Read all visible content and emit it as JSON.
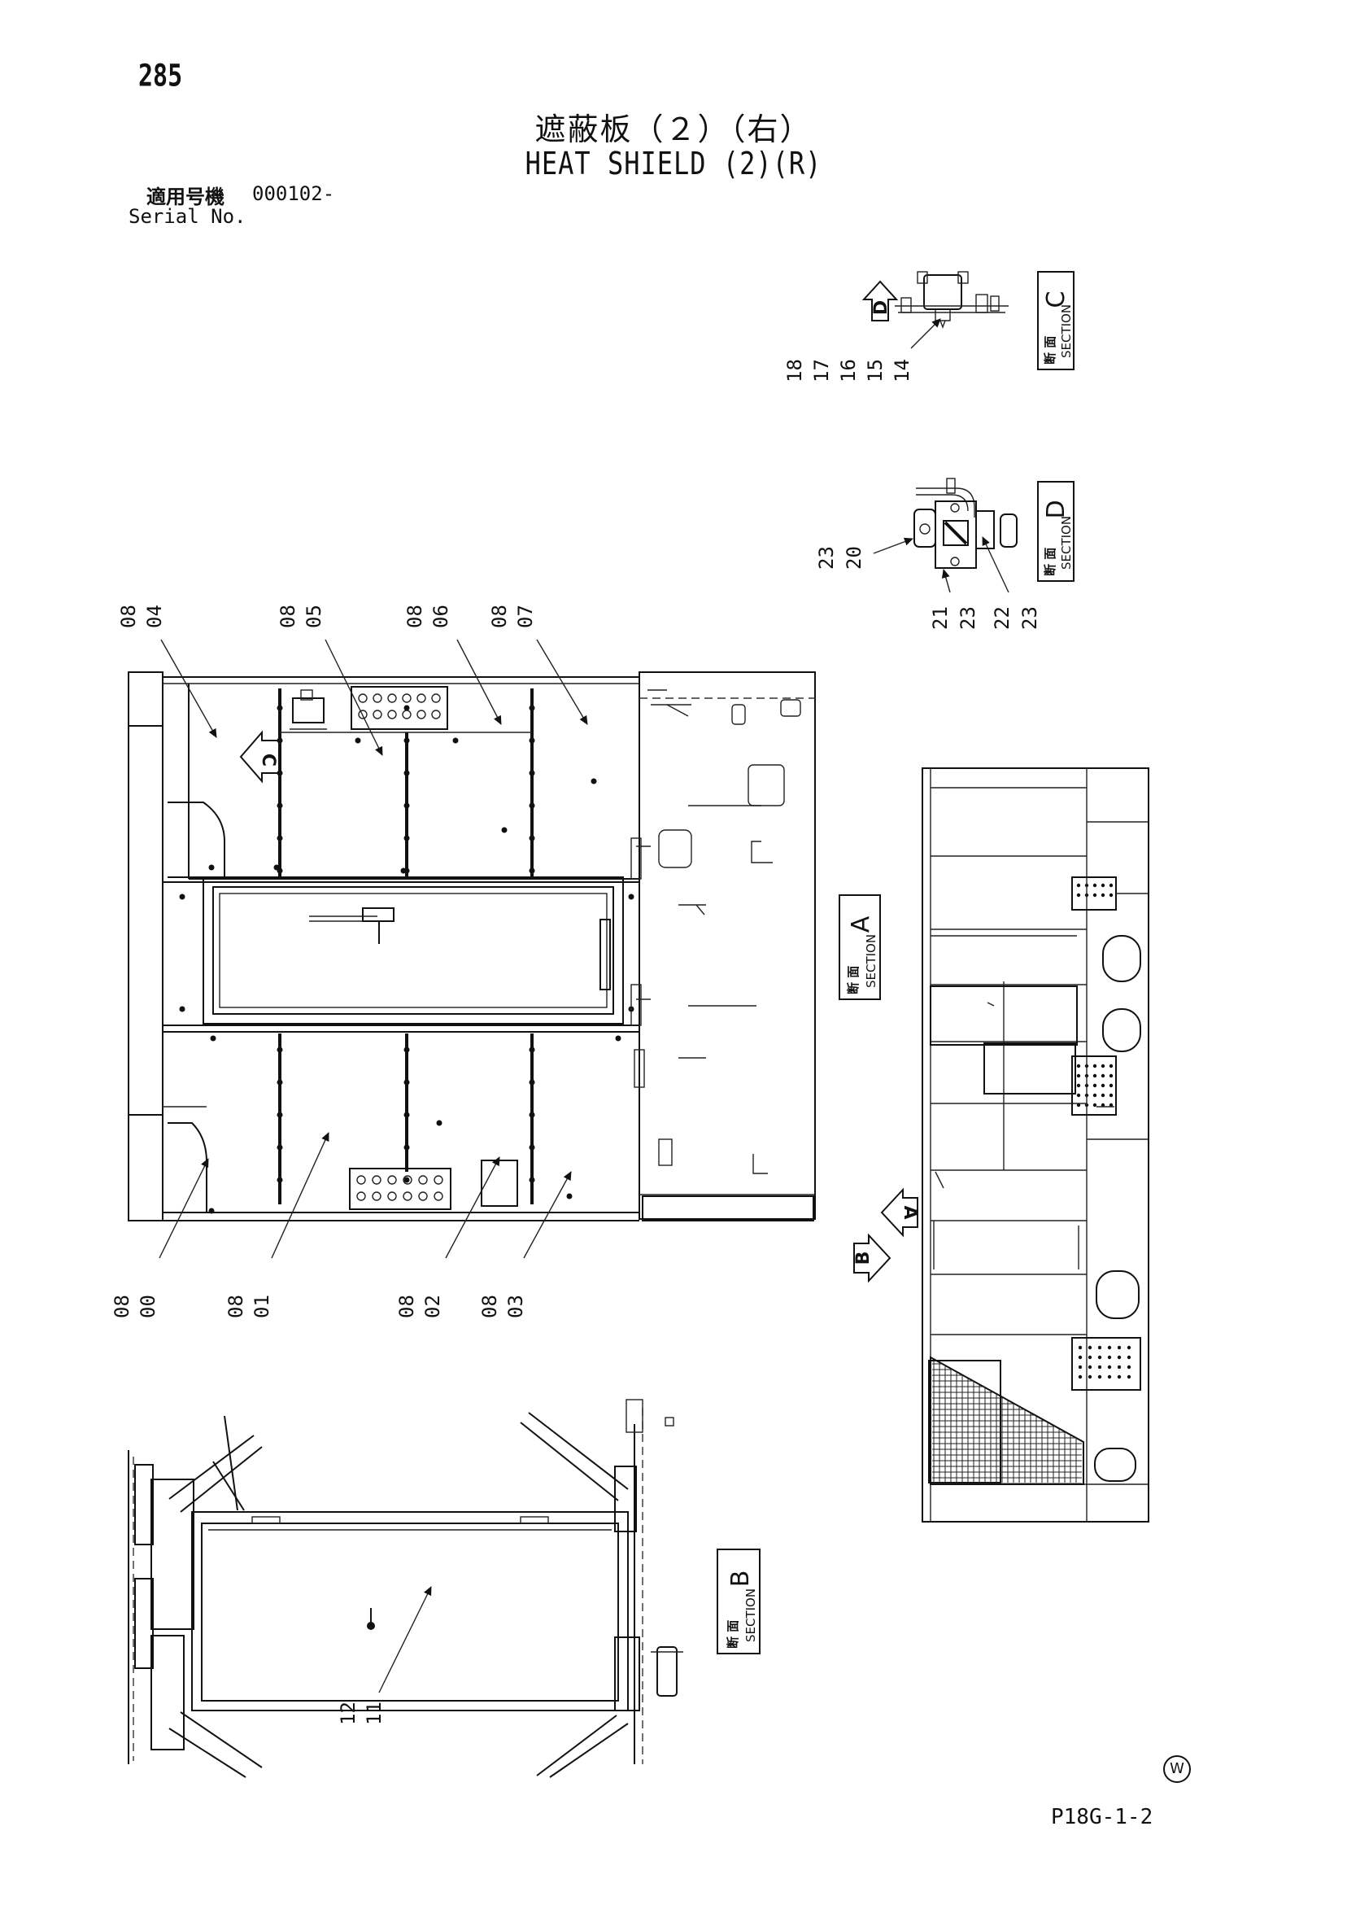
{
  "header": {
    "page_number": "285",
    "title_jp": "遮蔽板（２）（右）",
    "title_en": "HEAT SHIELD (2)(R)",
    "serial_label_jp": "適用号機",
    "serial_value": "000102-",
    "serial_label_en": "Serial No."
  },
  "footer": {
    "mark": "W",
    "page_code": "P18G-1-2"
  },
  "sections": [
    {
      "id": "C",
      "letter": "C",
      "word": "SECTION",
      "jp": "断 面"
    },
    {
      "id": "D",
      "letter": "D",
      "word": "SECTION",
      "jp": "断 面"
    },
    {
      "id": "A",
      "letter": "A",
      "word": "SECTION",
      "jp": "断 面"
    },
    {
      "id": "B",
      "letter": "B",
      "word": "SECTION",
      "jp": "断 面"
    }
  ],
  "view_flags": [
    {
      "id": "flag-d",
      "letter": "D"
    },
    {
      "id": "flag-c",
      "letter": "C"
    },
    {
      "id": "flag-a",
      "letter": "A"
    },
    {
      "id": "flag-b",
      "letter": "B"
    }
  ],
  "callouts": {
    "section_c": [
      "18",
      "17",
      "16",
      "15",
      "14"
    ],
    "section_d_left": [
      "23",
      "20"
    ],
    "section_d_bottom_a": [
      "21",
      "23"
    ],
    "section_d_bottom_b": [
      "22",
      "23"
    ],
    "top_row": [
      [
        "08",
        "04"
      ],
      [
        "08",
        "05"
      ],
      [
        "08",
        "06"
      ],
      [
        "08",
        "07"
      ]
    ],
    "bottom_row": [
      [
        "08",
        "00"
      ],
      [
        "08",
        "01"
      ],
      [
        "08",
        "02"
      ],
      [
        "08",
        "03"
      ]
    ],
    "section_b": [
      "12",
      "11"
    ]
  }
}
